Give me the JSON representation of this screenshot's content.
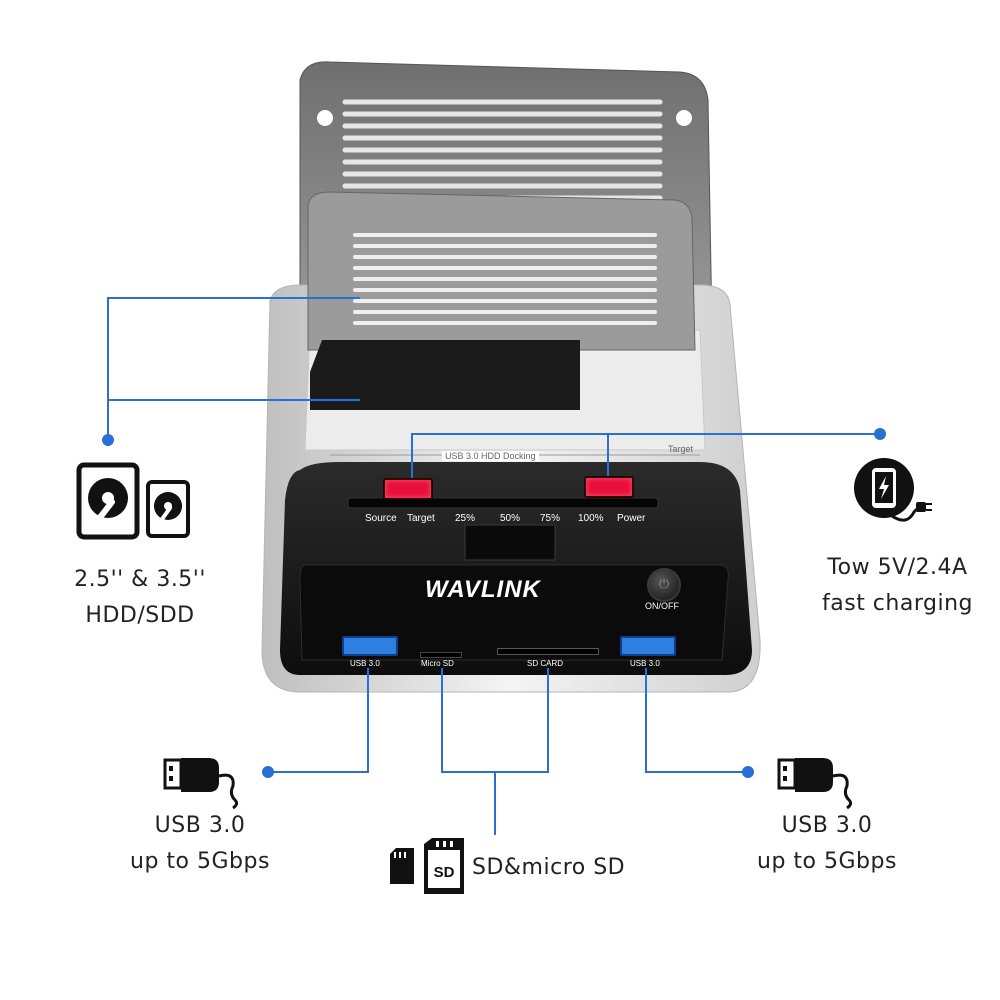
{
  "brand": "WAVLINK",
  "device": {
    "docking_label": "USB 3.0 HDD Docking",
    "target_slot_label": "Target",
    "status_labels": [
      "Source",
      "Target",
      "25%",
      "50%",
      "75%",
      "100%",
      "Power"
    ],
    "power_button_label": "ON/OFF",
    "port_labels": {
      "usb_left": "USB 3.0",
      "micro_sd": "Micro SD",
      "sd_card": "SD CARD",
      "usb_right": "USB 3.0"
    }
  },
  "features": {
    "hdd": {
      "line1": "2.5'' & 3.5''",
      "line2": "HDD/SDD"
    },
    "charging": {
      "line1": "Tow 5V/2.4A",
      "line2": "fast charging"
    },
    "usb_left": {
      "line1": "USB 3.0",
      "line2": "up to 5Gbps"
    },
    "sd": {
      "label": "SD&micro SD",
      "icon_text": "SD"
    },
    "usb_right": {
      "line1": "USB 3.0",
      "line2": "up to 5Gbps"
    }
  },
  "colors": {
    "callout_line": "#2a6fd6",
    "led_red": "#e8103a",
    "usb_blue": "#2f7fe0",
    "body_black": "#151515"
  },
  "icons": [
    "hard-drive-icon",
    "phone-charging-icon",
    "usb-plug-icon",
    "sd-card-icon"
  ]
}
